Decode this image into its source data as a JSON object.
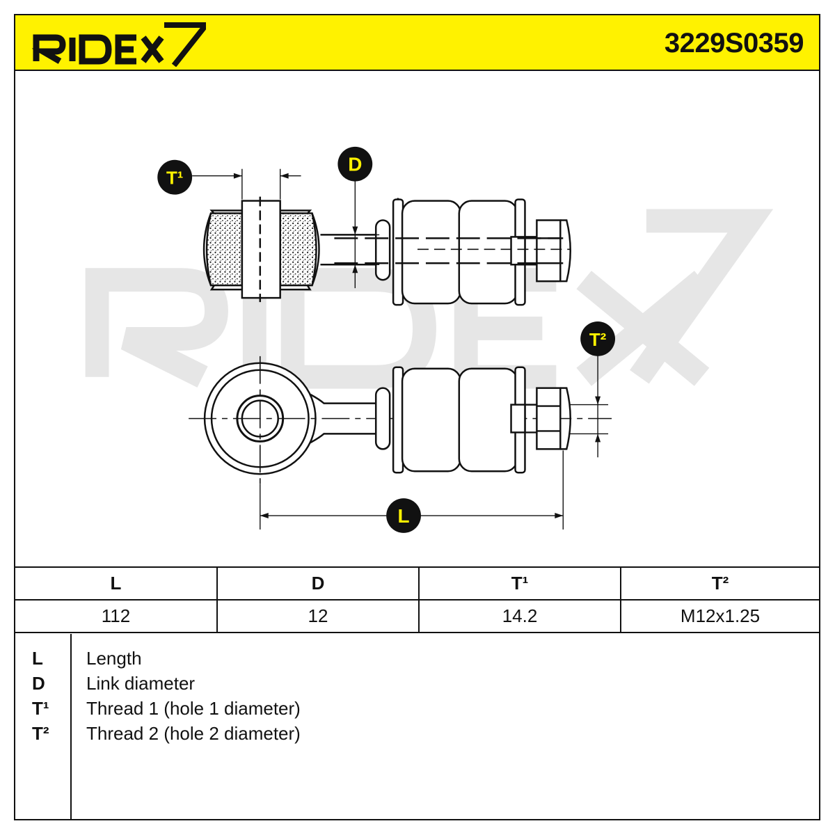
{
  "header": {
    "logo_text": "RIDEX",
    "part_number": "3229S0359"
  },
  "watermark_text": "RIDEX",
  "drawing": {
    "labels": {
      "t1": "T¹",
      "d": "D",
      "t2": "T²",
      "l": "L"
    }
  },
  "table": {
    "headers": [
      "L",
      "D",
      "T¹",
      "T²"
    ],
    "values": [
      "112",
      "12",
      "14.2",
      "M12x1.25"
    ]
  },
  "legend": [
    {
      "key": "L",
      "text": "Length"
    },
    {
      "key": "D",
      "text": "Link diameter"
    },
    {
      "key": "T¹",
      "text": "Thread 1 (hole 1 diameter)"
    },
    {
      "key": "T²",
      "text": "Thread 2 (hole 2 diameter)"
    }
  ],
  "colors": {
    "header_bg": "#fff200",
    "badge_bg": "#111111",
    "badge_text": "#fff200",
    "watermark": "#e6e6e6",
    "line": "#111111"
  }
}
